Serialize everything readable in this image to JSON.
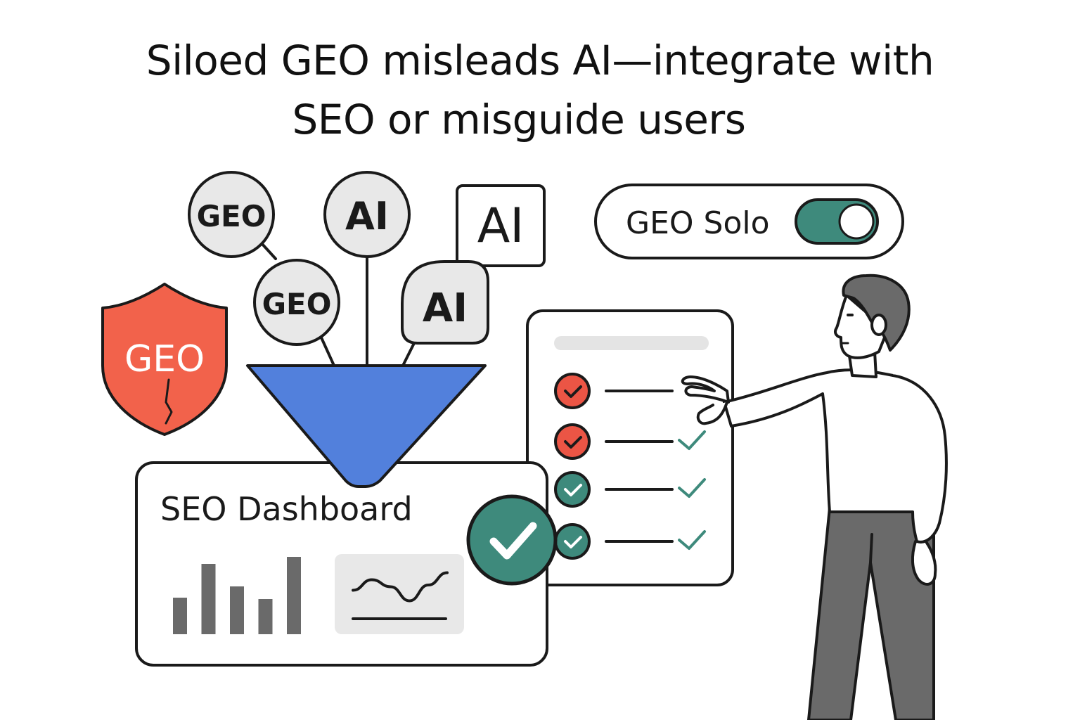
{
  "title": {
    "line1": "Siloed GEO misleads AI—integrate with",
    "line2": "SEO or misguide users"
  },
  "bubbles": {
    "geo_top": "GEO",
    "geo_mid": "GEO",
    "ai_circle": "AI",
    "ai_square": "AI",
    "ai_rounded": "AI"
  },
  "shield": {
    "label": "GEO",
    "color": "#F2624B"
  },
  "toggle": {
    "label": "GEO Solo",
    "state": "on",
    "track_color": "#3E8A7C"
  },
  "dashboard": {
    "title": "SEO Dashboard",
    "bar_values": [
      2.6,
      5.0,
      3.4,
      2.5,
      5.5
    ],
    "line_values": [
      0.45,
      0.75,
      0.55,
      0.15,
      0.6,
      0.95
    ]
  },
  "checklist": {
    "items": [
      {
        "status": "error",
        "checked": false
      },
      {
        "status": "error",
        "checked": true
      },
      {
        "status": "ok",
        "checked": true
      },
      {
        "status": "ok",
        "checked": true
      }
    ]
  },
  "big_check": {
    "color": "#3E8A7C",
    "icon": "check-icon"
  },
  "colors": {
    "funnel": "#5280DC",
    "red": "#EB5545",
    "green": "#3E8A7C",
    "gray_fill": "#E8E8E8",
    "dark": "#1A1A1A",
    "pants": "#6A6A6A",
    "hair": "#6A6A6A"
  }
}
